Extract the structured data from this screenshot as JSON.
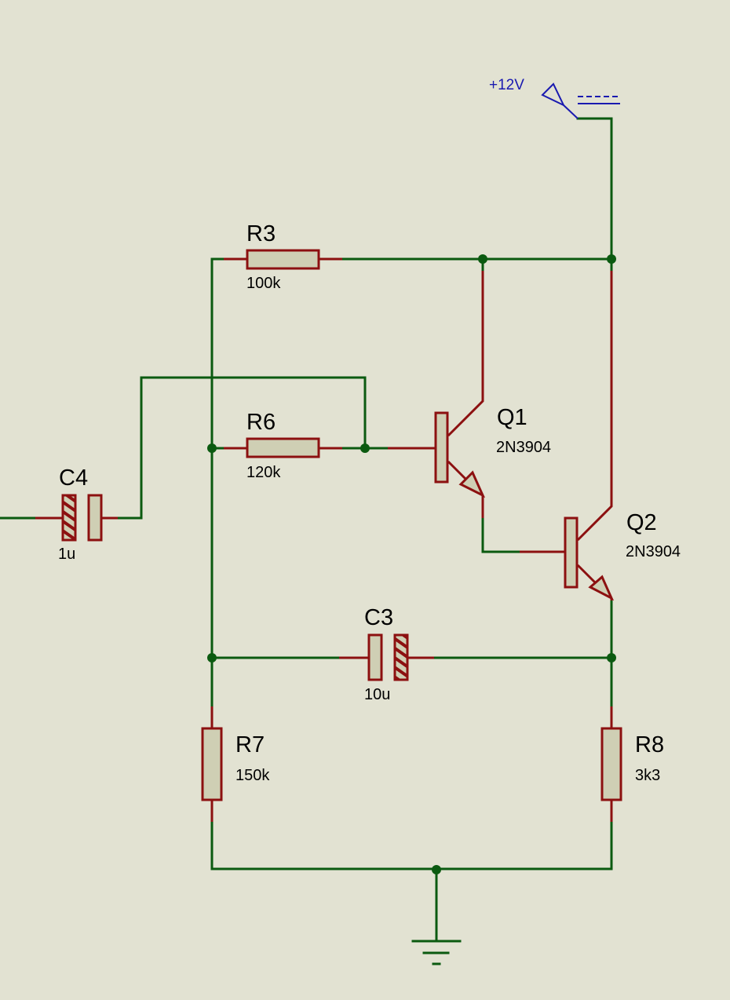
{
  "schematic": {
    "power": {
      "label": "+12V"
    },
    "components": {
      "R3": {
        "ref": "R3",
        "value": "100k"
      },
      "R6": {
        "ref": "R6",
        "value": "120k"
      },
      "R7": {
        "ref": "R7",
        "value": "150k"
      },
      "R8": {
        "ref": "R8",
        "value": "3k3"
      },
      "C3": {
        "ref": "C3",
        "value": "10u"
      },
      "C4": {
        "ref": "C4",
        "value": "1u"
      },
      "Q1": {
        "ref": "Q1",
        "value": "2N3904"
      },
      "Q2": {
        "ref": "Q2",
        "value": "2N3904"
      }
    },
    "colors": {
      "background": "#e2e2d2",
      "wire": "#0b5a10",
      "component": "#8c1010",
      "component_fill": "#cfcfb4",
      "power": "#1a1ab0"
    }
  }
}
